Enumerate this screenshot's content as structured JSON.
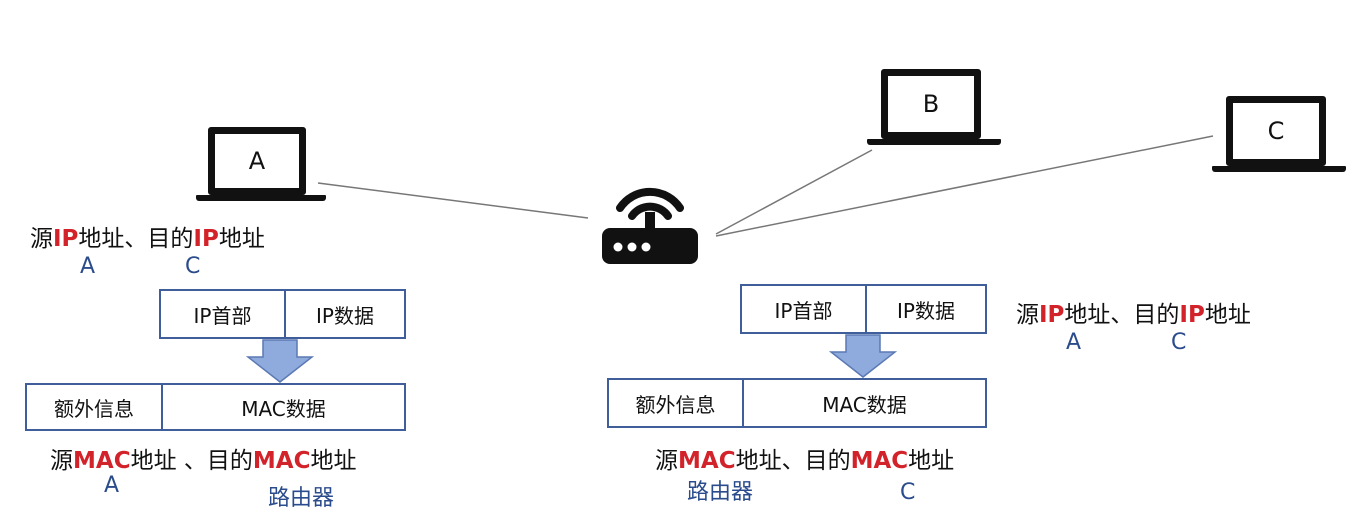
{
  "colors": {
    "highlight": "#d3232a",
    "value_blue": "#2b4c8c",
    "box_border": "#3f5e9a",
    "arrow_fill": "#8faadc"
  },
  "laptops": {
    "a": "A",
    "b": "B",
    "c": "C"
  },
  "router": {
    "icon": "wifi-router-icon"
  },
  "left": {
    "ip_line": {
      "p1": "源",
      "h1": "IP",
      "p2": "地址、目的",
      "h2": "IP",
      "p3": "地址"
    },
    "ip_src": "A",
    "ip_dst": "C",
    "ip_packet": {
      "header": "IP首部",
      "data": "IP数据"
    },
    "frame": {
      "extra": "额外信息",
      "data": "MAC数据"
    },
    "mac_line": {
      "p1": "源",
      "h1": "MAC",
      "p2": "地址 、目的",
      "h2": "MAC",
      "p3": "地址"
    },
    "mac_src": "A",
    "mac_dst": "路由器"
  },
  "right": {
    "ip_line": {
      "p1": "源",
      "h1": "IP",
      "p2": "地址、目的",
      "h2": "IP",
      "p3": "地址"
    },
    "ip_src": "A",
    "ip_dst": "C",
    "ip_packet": {
      "header": "IP首部",
      "data": "IP数据"
    },
    "frame": {
      "extra": "额外信息",
      "data": "MAC数据"
    },
    "mac_line": {
      "p1": "源",
      "h1": "MAC",
      "p2": "地址、目的",
      "h2": "MAC",
      "p3": "地址"
    },
    "mac_src": "路由器",
    "mac_dst": "C"
  }
}
